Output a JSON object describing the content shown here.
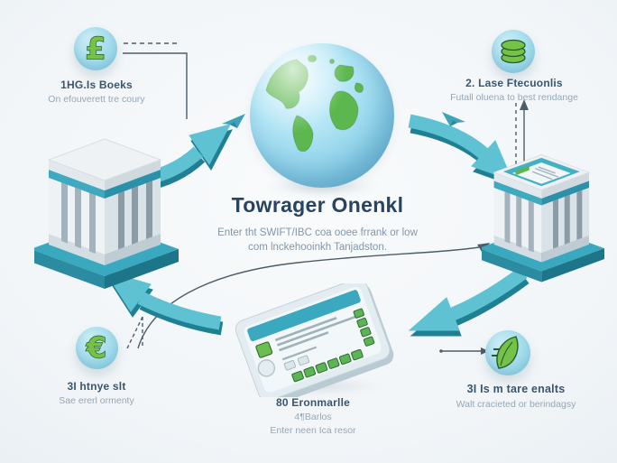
{
  "palette": {
    "teal": "#52bccd",
    "teal_dark": "#1f8094",
    "green": "#74c247",
    "green_dark": "#2a5a2c",
    "badge_blue": "#9ed9ea",
    "heading": "#274460",
    "label": "#3a556e",
    "muted": "#96a7b5",
    "background": "#f1f5f8"
  },
  "center": {
    "title": "Towrager Onenkl",
    "subtitle_line1": "Enter tht SWIFT/IBC coa ooee frrank or low",
    "subtitle_line2": "com lnckehooinkh Tanjadston."
  },
  "steps": {
    "top_left": {
      "glyph": "£",
      "title": "1HG.Is Boeks",
      "subtitle": "On efouverett tre coury"
    },
    "top_right": {
      "title": "2. Lase Ftecuonlis",
      "subtitle": "Futall oluena to best rendange"
    },
    "bottom_left": {
      "glyph": "€",
      "title": "3I htnye slt",
      "subtitle": "Sae ererl ormenty"
    },
    "bottom_center": {
      "title": "80 Eronmarlle",
      "line2": "4¶Barlos",
      "line3": "Enter neen Ica resor"
    },
    "bottom_right": {
      "title": "3I Is m tare enalts",
      "subtitle": "Walt cracieted or berindagsy"
    }
  },
  "icons": {
    "top_left": "pound-sterling-icon",
    "top_right": "coin-stack-icon",
    "bottom_left": "euro-icon",
    "bottom_right": "leaf-icon",
    "center": "globe-icon",
    "left": "bank-building-icon",
    "right": "bank-building-icon",
    "bottom_center": "transfer-form-icon"
  }
}
